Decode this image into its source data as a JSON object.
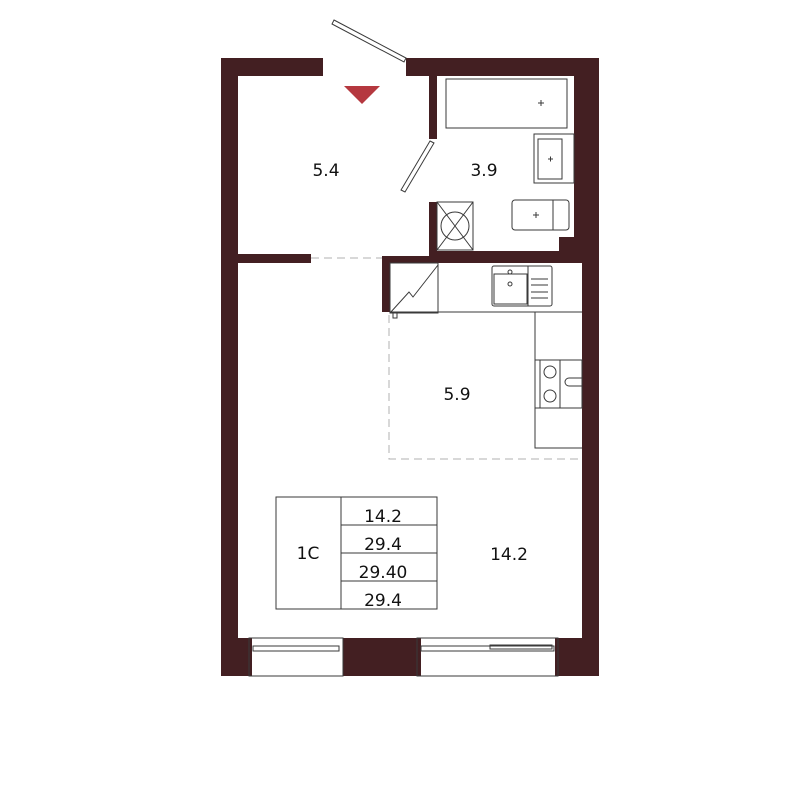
{
  "plan": {
    "wall_color": "#431f22",
    "entrance_marker_color": "#b5383f",
    "rooms": [
      {
        "id": "hallway",
        "area": "5.4"
      },
      {
        "id": "bathroom",
        "area": "3.9"
      },
      {
        "id": "kitchen",
        "area": "5.9"
      },
      {
        "id": "living",
        "area": "14.2"
      }
    ],
    "summary": {
      "type": "1С",
      "values": [
        "14.2",
        "29.4",
        "29.40",
        "29.4"
      ]
    }
  }
}
